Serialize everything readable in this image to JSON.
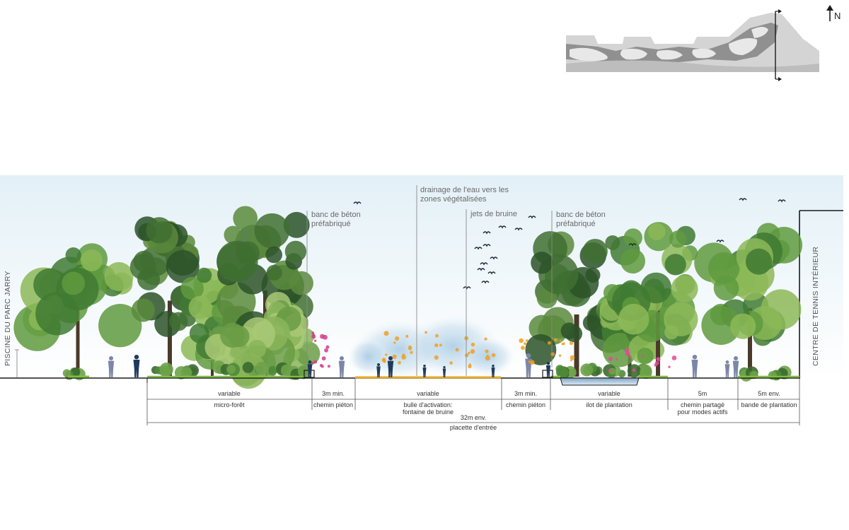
{
  "north_label": "N",
  "left_building": "PISCINE DU PARC JARRY",
  "right_building": "CENTRE DE TENNIS INTÉRIEUR",
  "annotations": {
    "drainage_line1": "drainage de l'eau vers les",
    "drainage_line2": "zones végétalisées",
    "mist_jets": "jets de bruine",
    "bench_left_line1": "banc de béton",
    "bench_left_line2": "préfabriqué",
    "bench_right_line1": "banc de béton",
    "bench_right_line2": "préfabriqué"
  },
  "segments": [
    {
      "width": "variable",
      "name1": "micro-forêt",
      "name2": ""
    },
    {
      "width": "3m min.",
      "name1": "chemin piéton",
      "name2": ""
    },
    {
      "width": "variable",
      "name1": "bulle d'activation:",
      "name2": "fontaine de bruine"
    },
    {
      "width": "3m min.",
      "name1": "chemin piéton",
      "name2": ""
    },
    {
      "width": "variable",
      "name1": "ilot de plantation",
      "name2": ""
    },
    {
      "width": "5m",
      "name1": "chemin partagé",
      "name2": "pour modes actifs"
    },
    {
      "width": "5m env.",
      "name1": "bande de plantation",
      "name2": ""
    }
  ],
  "total": {
    "width": "32m env.",
    "name": "placette d'entrée"
  },
  "colors": {
    "sky": "#e6f2f8",
    "ground_line": "#1a1a1a",
    "grass": "#7fbf3f",
    "mist_path": "#e6a92a",
    "people": "#1f3a5c",
    "people_light": "#7b86a8",
    "foliage_dark": "#2f5a2a",
    "foliage_mid": "#4e8a36",
    "foliage_light": "#7fae4a",
    "bioswale": "#8fb1cf"
  }
}
